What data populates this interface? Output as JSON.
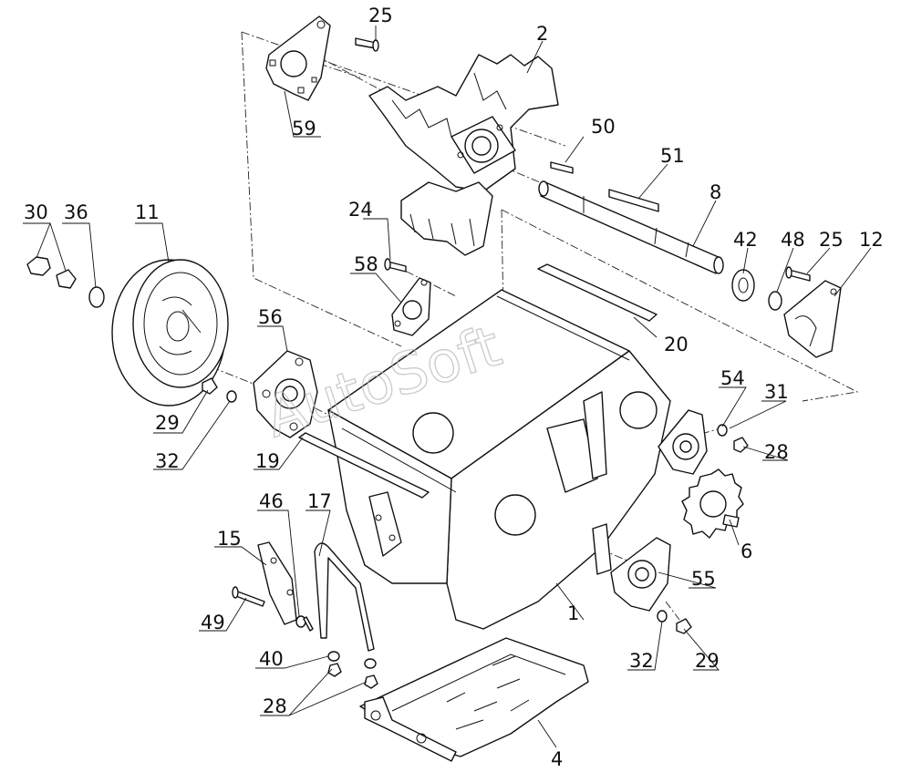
{
  "watermark": "AutoSoft",
  "callouts": [
    "1",
    "2",
    "4",
    "6",
    "8",
    "11",
    "12",
    "15",
    "17",
    "19",
    "20",
    "24",
    "25",
    "28",
    "29",
    "30",
    "31",
    "32",
    "36",
    "40",
    "42",
    "46",
    "48",
    "49",
    "50",
    "51",
    "54",
    "55",
    "56",
    "58",
    "59"
  ],
  "labels": {
    "p1": "1",
    "p2": "2",
    "p4": "4",
    "p6": "6",
    "p8": "8",
    "p11": "11",
    "p12": "12",
    "p15": "15",
    "p17": "17",
    "p19": "19",
    "p20": "20",
    "p24": "24",
    "p25a": "25",
    "p25b": "25",
    "p28a": "28",
    "p28b": "28",
    "p29a": "29",
    "p29b": "29",
    "p30": "30",
    "p31": "31",
    "p32a": "32",
    "p32b": "32",
    "p36": "36",
    "p40": "40",
    "p42": "42",
    "p46": "46",
    "p48": "48",
    "p49": "49",
    "p50": "50",
    "p51": "51",
    "p54": "54",
    "p55": "55",
    "p56": "56",
    "p58": "58",
    "p59": "59"
  }
}
